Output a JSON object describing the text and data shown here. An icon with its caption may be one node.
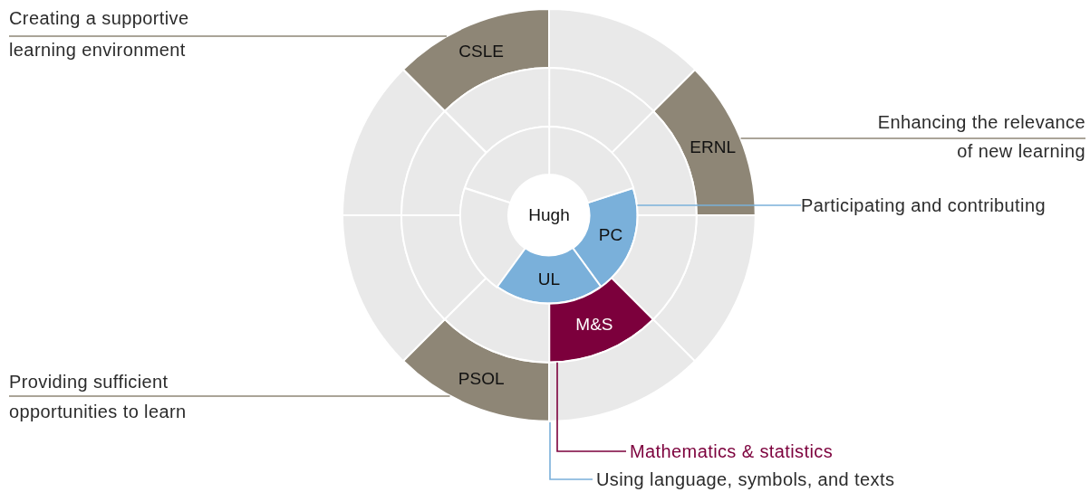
{
  "diagram": {
    "nodes": [
      {
        "text": [
          "Creating a supportive learning environment"
        ]
      },
      {
        "text": [
          "CSLE"
        ]
      },
      {
        "text": [
          "Enhancing the relevance of new learning"
        ]
      },
      {
        "text": [
          "ERNL"
        ]
      },
      {
        "text": [
          "Hugh"
        ]
      },
      {
        "text": [
          "Participating and contributing"
        ]
      },
      {
        "text": [
          "PC"
        ]
      },
      {
        "text": [
          "UL"
        ]
      },
      {
        "text": [
          "M&S"
        ]
      },
      {
        "text": [
          "Providing sufficient opportunities to learn"
        ]
      },
      {
        "text": [
          "PSOL"
        ]
      },
      {
        "text": [
          "Mathematics & statistics"
        ]
      },
      {
        "text": [
          "Using language, symbols, and texts"
        ]
      },
      {
        "text": [],
        "shape": "segment"
      },
      {
        "text": [],
        "shape": "segment"
      },
      {
        "text": [],
        "shape": "segment"
      },
      {
        "text": [],
        "shape": "segment"
      },
      {
        "text": [],
        "shape": "segment"
      },
      {
        "text": [],
        "shape": "segment"
      },
      {
        "text": [],
        "shape": "segment"
      },
      {
        "text": [],
        "shape": "segment"
      },
      {
        "text": [],
        "shape": "segment"
      },
      {
        "text": [],
        "shape": "segment"
      },
      {
        "text": [],
        "shape": "segment"
      },
      {
        "text": [],
        "shape": "segment"
      },
      {
        "text": [],
        "shape": "segment"
      },
      {
        "text": [],
        "shape": "segment"
      },
      {
        "text": [],
        "shape": "segment"
      }
    ],
    "edges": [
      {
        "from": 0,
        "to": 1,
        "arrow": "none"
      },
      {
        "from": 2,
        "to": 3,
        "arrow": "none"
      },
      {
        "from": 5,
        "to": 6,
        "arrow": "none",
        "color": "#7ab0da"
      },
      {
        "from": 9,
        "to": 10,
        "arrow": "none"
      },
      {
        "from": 11,
        "to": 8,
        "arrow": "none",
        "color": "#7c003c"
      },
      {
        "from": 12,
        "to": 7,
        "arrow": "none",
        "color": "#7ab0da"
      }
    ]
  }
}
